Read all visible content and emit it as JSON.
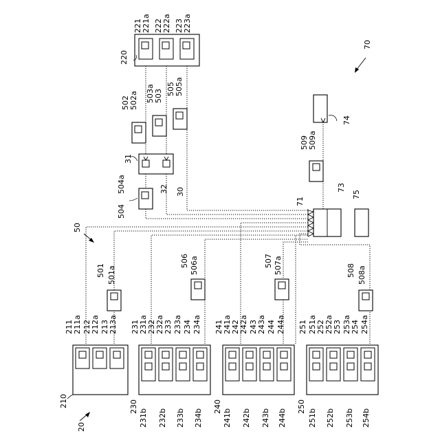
{
  "diagram_labels": {
    "fig70": "70",
    "fig50": "50",
    "fig20": "20",
    "r220": "220",
    "r221": "221",
    "r221a": "221a",
    "r222": "222",
    "r222a": "222a",
    "r223": "223",
    "r223a": "223a",
    "r502": "502",
    "r502a": "502a",
    "r503": "503",
    "r503a": "503a",
    "r505": "505",
    "r505a": "505a",
    "r31": "31",
    "r32": "32",
    "r30": "30",
    "r504": "504",
    "r504a": "504a",
    "r509": "509",
    "r509a": "509a",
    "r74": "74",
    "r71": "71",
    "r73": "73",
    "r75": "75",
    "r501": "501",
    "r501a": "501a",
    "r506": "506",
    "r506a": "506a",
    "r507": "507",
    "r507a": "507a",
    "r508": "508",
    "r508a": "508a",
    "r210": "210",
    "r211": "211",
    "r211a": "211a",
    "r212": "212",
    "r212a": "212a",
    "r213": "213",
    "r213a": "213a",
    "r230": "230",
    "r231": "231",
    "r231a": "231a",
    "r231b": "231b",
    "r232": "232",
    "r232a": "232a",
    "r232b": "232b",
    "r233": "233",
    "r233a": "233a",
    "r233b": "233b",
    "r234": "234",
    "r234a": "234a",
    "r234b": "234b",
    "r240": "240",
    "r241": "241",
    "r241a": "241a",
    "r241b": "241b",
    "r242": "242",
    "r242a": "242a",
    "r242b": "242b",
    "r243": "243",
    "r243a": "243a",
    "r243b": "243b",
    "r244": "244",
    "r244a": "244a",
    "r244b": "244b",
    "r250": "250",
    "r251": "251",
    "r251a": "251a",
    "r251b": "251b",
    "r252": "252",
    "r252a": "252a",
    "r252b": "252b",
    "r253": "253",
    "r253a": "253a",
    "r253b": "253b",
    "r254": "254",
    "r254a": "254a",
    "r254b": "254b"
  }
}
